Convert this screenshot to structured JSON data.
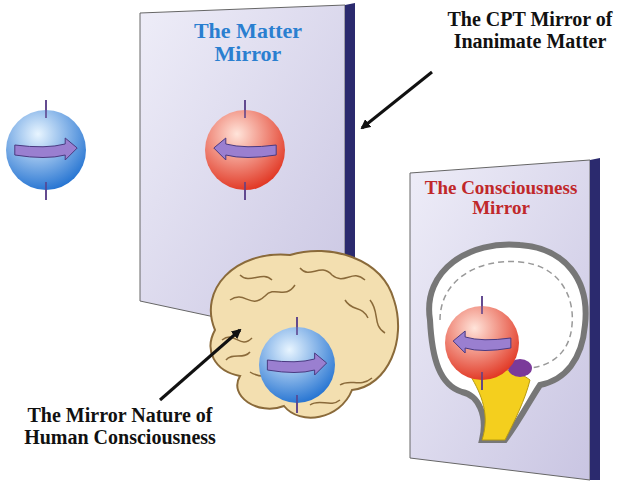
{
  "diagram": {
    "nodes": [
      {
        "text": [
          "The Matter Mirror"
        ]
      },
      {
        "text": [
          "The Consciousness Mirror"
        ]
      }
    ],
    "labels": [
      "The CPT Mirror of Inanimate Matter",
      "The Mirror Nature of Human Consciousness"
    ]
  }
}
